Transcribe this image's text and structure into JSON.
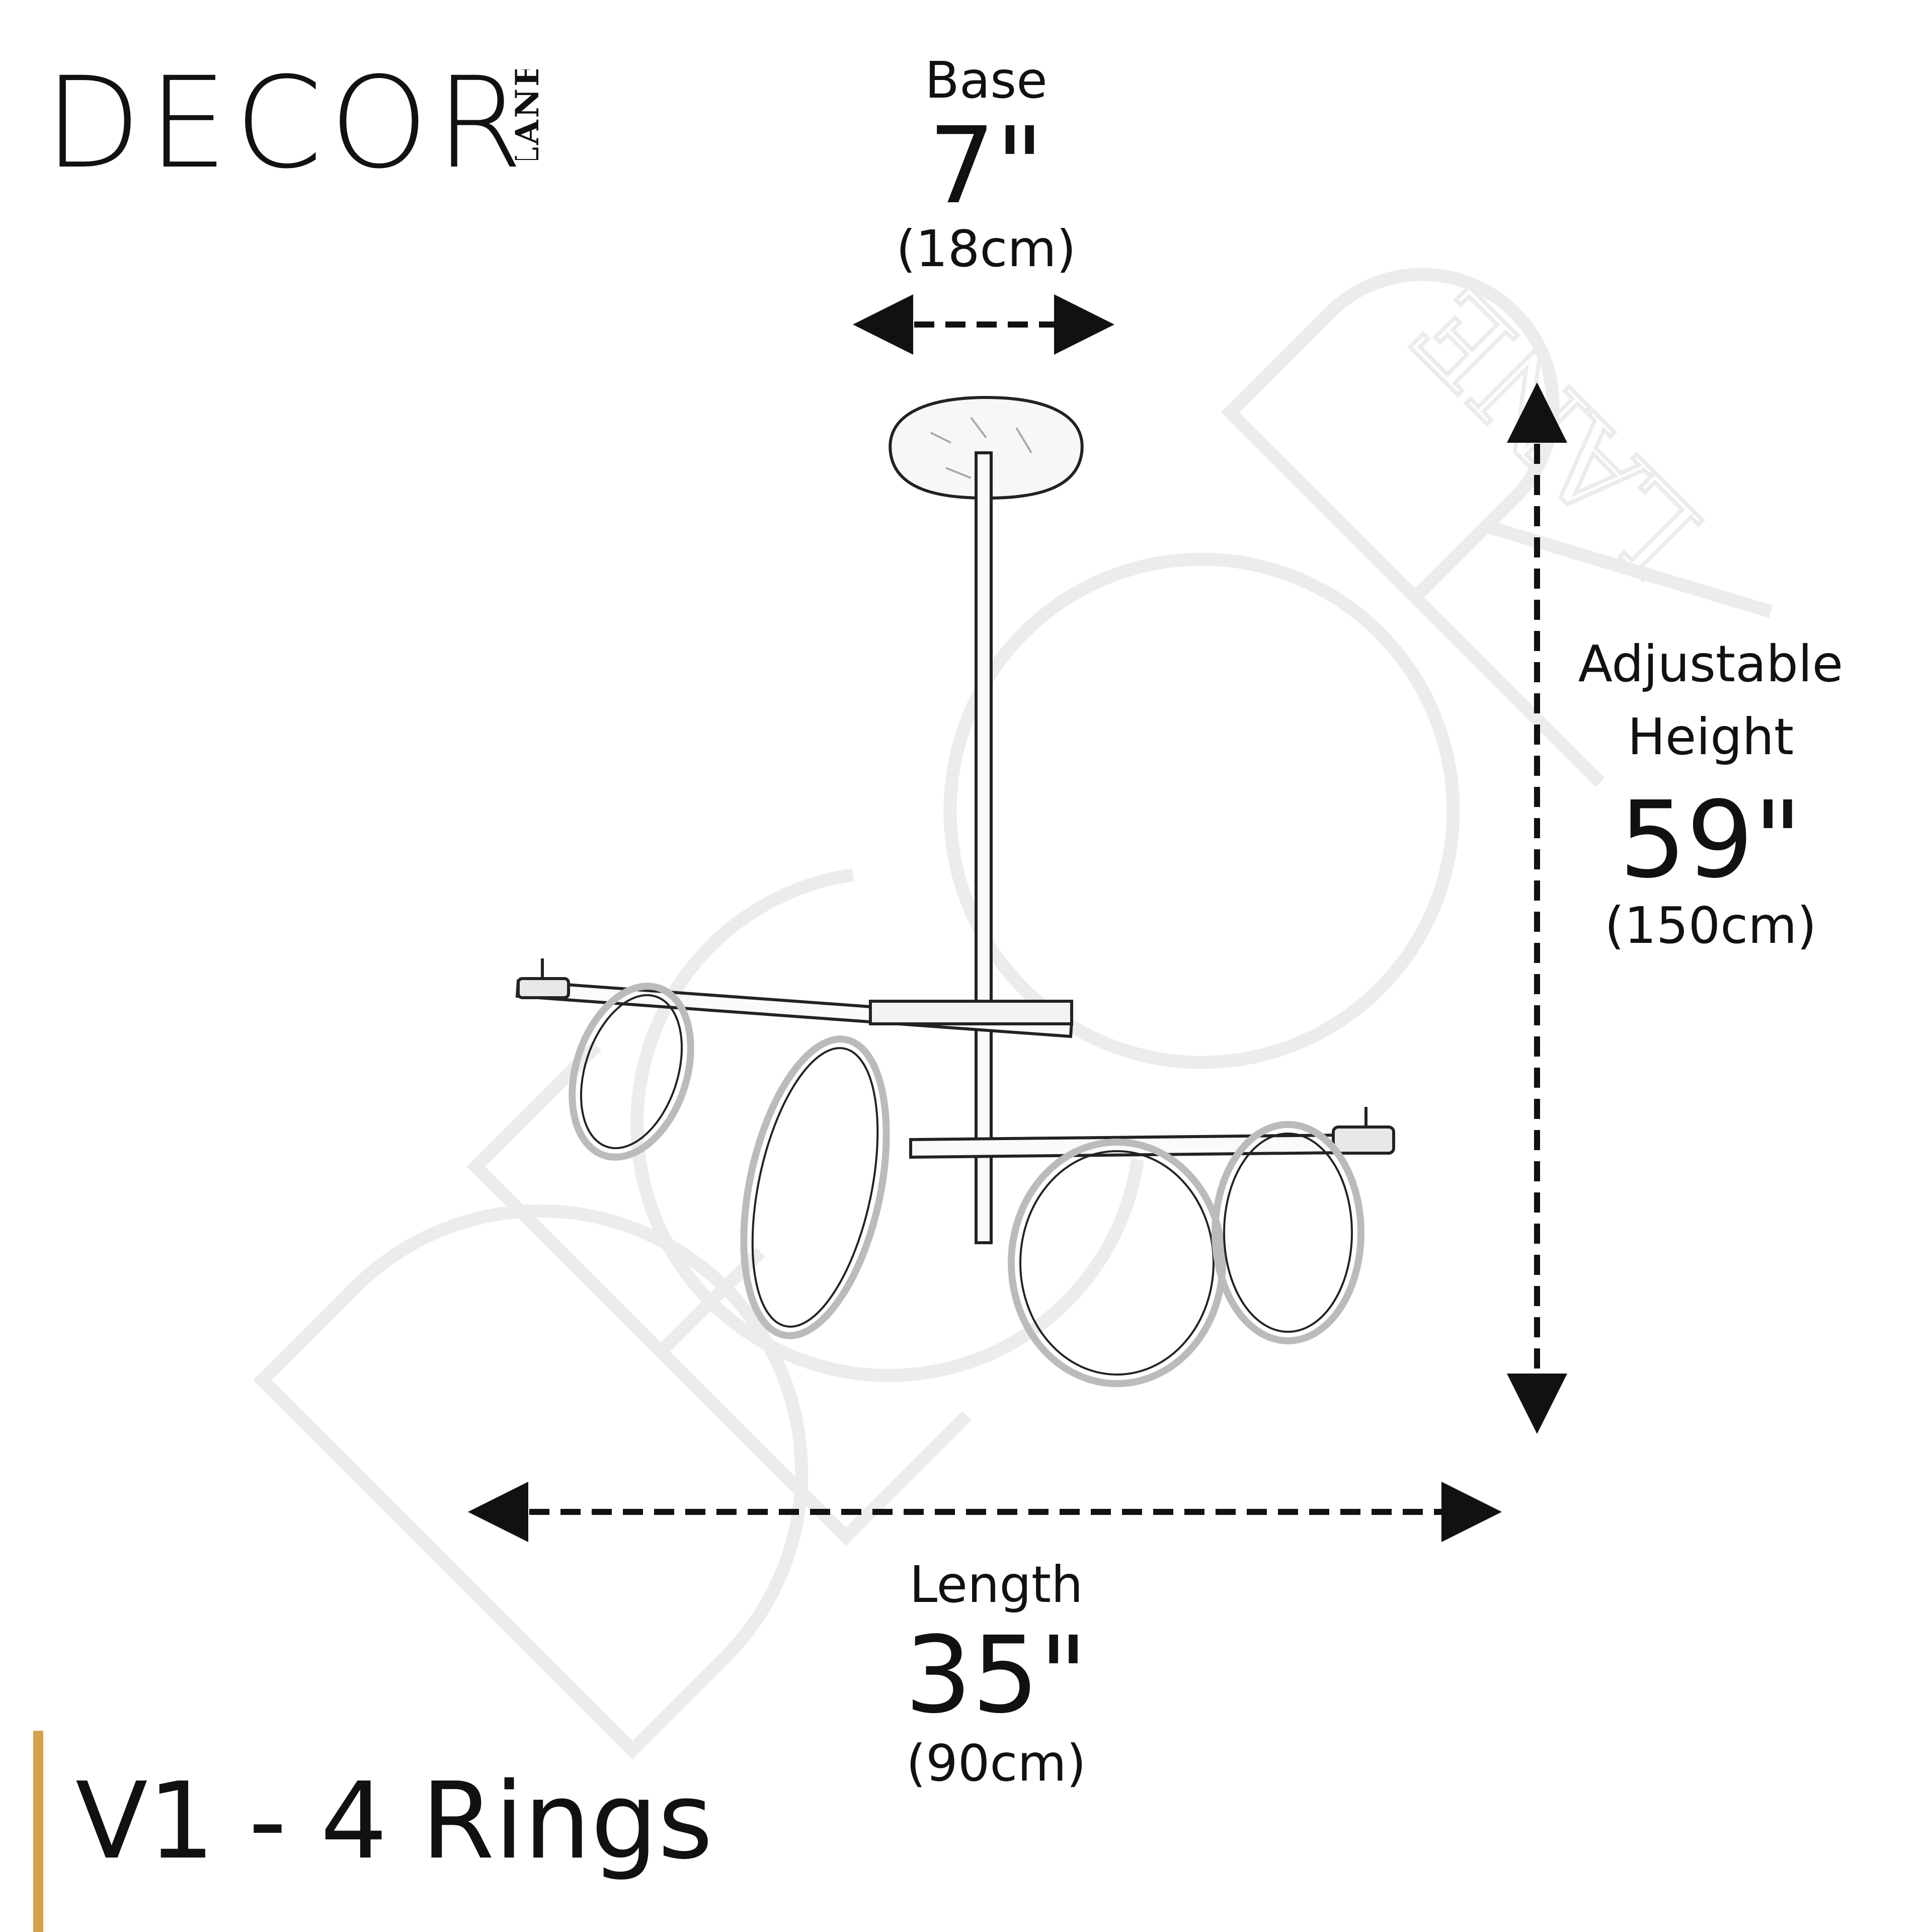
{
  "logo": {
    "main": "DECOR",
    "sub": "LANE"
  },
  "watermark": {
    "main": "DECOR",
    "sub": "LANE"
  },
  "dimensions": {
    "base": {
      "title": "Base",
      "inches": "7\"",
      "metric": "(18cm)"
    },
    "height": {
      "title_line1": "Adjustable",
      "title_line2": "Height",
      "inches": "59\"",
      "metric": "(150cm)"
    },
    "length": {
      "title": "Length",
      "inches": "35\"",
      "metric": "(90cm)"
    }
  },
  "product": {
    "name": "V1 - 4 Rings"
  },
  "colors": {
    "accent": "#d4a24c",
    "text": "#111111",
    "watermark": "#ececec"
  }
}
